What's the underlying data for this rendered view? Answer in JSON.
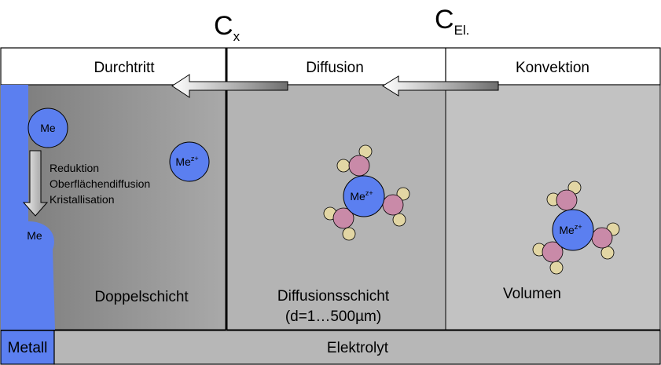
{
  "concentrations": {
    "interface": {
      "base": "C",
      "sub": "x"
    },
    "electrolyte": {
      "base": "C",
      "sub": "El."
    }
  },
  "stages": {
    "transfer": "Durchtritt",
    "diffusion": "Diffusion",
    "convection": "Konvektion"
  },
  "regions": {
    "double_layer": "Doppelschicht",
    "diffusion_layer": "Diffusionsschicht",
    "diffusion_layer_thickness": "(d=1…500µm)",
    "bulk": "Volumen"
  },
  "atom": {
    "label": "Me"
  },
  "ion": {
    "base": "Me",
    "charge": "z+"
  },
  "processes": [
    "Reduktion",
    "Oberflächendiffusion",
    "Kristallisation"
  ],
  "bottom": {
    "metal": "Metall",
    "electrolyte": "Elektrolyt"
  },
  "colors": {
    "metal": "#5b7ff0",
    "ion": "#5b7ff0",
    "water_oxygen": "#c98aa8",
    "water_hydrogen": "#e2d6a4",
    "bulk_bg": "#c2c2c2",
    "diffusion_bg": "#b4b4b4"
  }
}
